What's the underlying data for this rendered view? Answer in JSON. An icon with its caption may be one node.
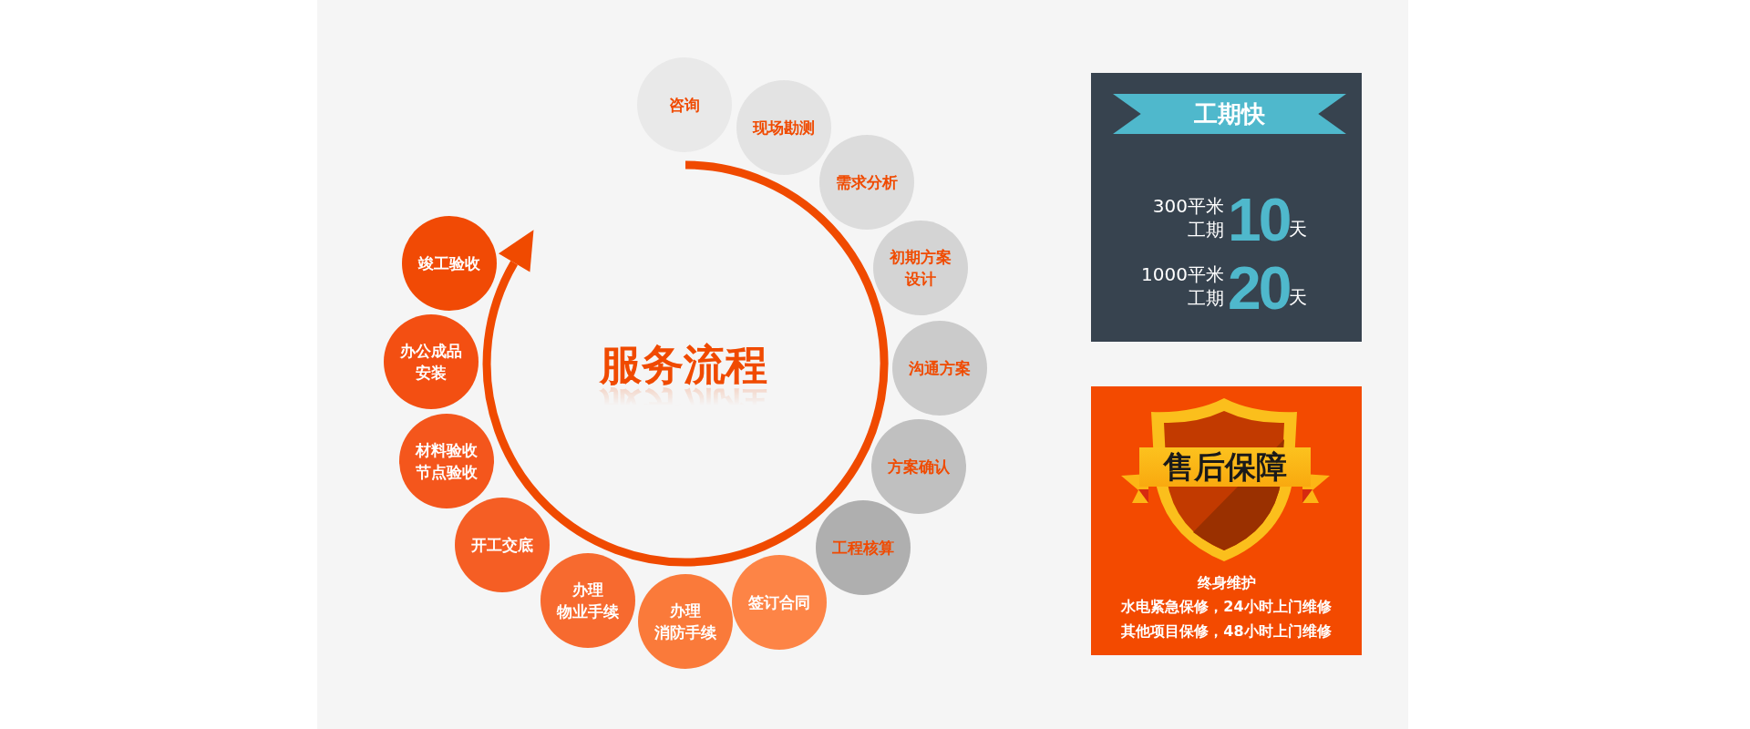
{
  "diagram": {
    "title": "服务流程",
    "nodes": [
      {
        "text": [
          "咨询"
        ]
      },
      {
        "text": [
          "现场勘测"
        ]
      },
      {
        "text": [
          "需求分析"
        ]
      },
      {
        "text": [
          "初期方案设计"
        ]
      },
      {
        "text": [
          "沟通方案"
        ]
      },
      {
        "text": [
          "方案确认"
        ]
      },
      {
        "text": [
          "工程核算"
        ]
      },
      {
        "text": [
          "签订合同"
        ]
      },
      {
        "text": [
          "办理消防手续"
        ]
      },
      {
        "text": [
          "办理物业手续"
        ]
      },
      {
        "text": [
          "开工交底"
        ]
      },
      {
        "text": [
          "材料验收节点验收"
        ]
      },
      {
        "text": [
          "办公成品安装"
        ]
      },
      {
        "text": [
          "竣工验收"
        ]
      },
      {
        "text": [
          "300平米工期",
          "10",
          "天",
          "1000平米工期",
          "20",
          "天"
        ]
      },
      {
        "text": [
          "工期快"
        ],
        "in": 14
      },
      {
        "text": [
          "终身维护",
          "水电紧急保修，24小时上门维修",
          "其他项目保修，48小时上门维修"
        ]
      },
      {
        "text": [
          "售后保障"
        ],
        "in": 16
      }
    ],
    "edges": []
  }
}
